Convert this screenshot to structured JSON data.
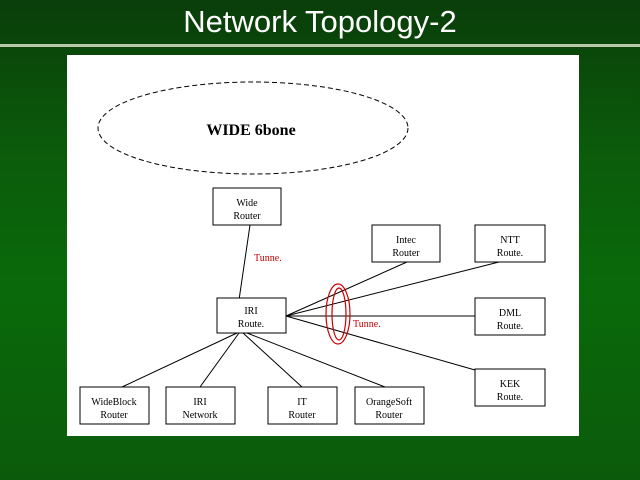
{
  "slide": {
    "title": "Network Topology-2"
  },
  "cloud": {
    "label": "WIDE 6bone"
  },
  "nodes": {
    "wide": {
      "line1": "Wide",
      "line2": "Router"
    },
    "intec": {
      "line1": "Intec",
      "line2": "Router"
    },
    "ntt": {
      "line1": "NTT",
      "line2": "Route."
    },
    "iri_router": {
      "line1": "IRI",
      "line2": "Route."
    },
    "dml": {
      "line1": "DML",
      "line2": "Route."
    },
    "kek": {
      "line1": "KEK",
      "line2": "Route."
    },
    "wideblock": {
      "line1": "WideBlock",
      "line2": "Router"
    },
    "iri_network": {
      "line1": "IRI",
      "line2": "Network"
    },
    "it": {
      "line1": "IT",
      "line2": "Router"
    },
    "orangesoft": {
      "line1": "OrangeSoft",
      "line2": "Router"
    }
  },
  "tunnels": {
    "upper": "Tunne.",
    "right": "Tunne."
  },
  "colors": {
    "tunnel": "#cc0000",
    "slide_background": "#0a6a0a"
  }
}
